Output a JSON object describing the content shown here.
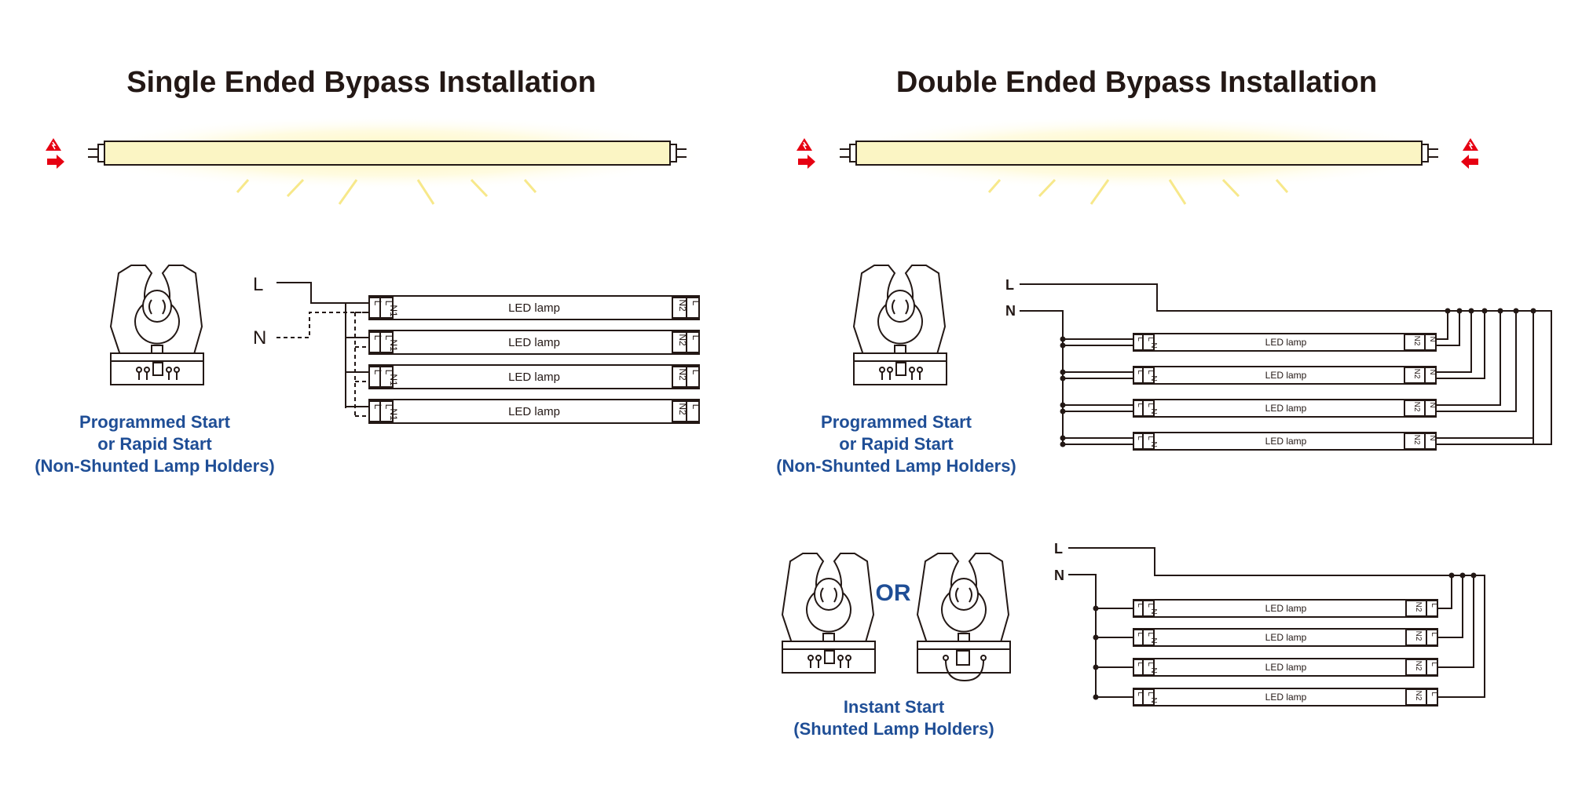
{
  "titles": {
    "single": "Single Ended Bypass Installation",
    "double": "Double Ended Bypass Installation"
  },
  "captions": {
    "single_line1": "Programmed Start",
    "single_line2": "or Rapid Start",
    "single_line3": "(Non-Shunted Lamp Holders)",
    "double_line1": "Programmed Start",
    "double_line2": "or Rapid Start",
    "double_line3": "(Non-Shunted Lamp Holders)",
    "instant_line1": "Instant Start",
    "instant_line2": "(Shunted Lamp Holders)",
    "or_label": "OR"
  },
  "wiring": {
    "line_label": "L",
    "neutral_label": "N",
    "lamp_label": "LED  lamp",
    "pin_left_l": "L",
    "pin_left_n1": "N1",
    "pin_right_n2": "N2",
    "pin_left_n": "N",
    "pin_cap_left": "L",
    "pin_cap_right": "L",
    "pin_cap_right_n": "N"
  },
  "colors": {
    "title": "#231815",
    "caption_blue": "#1f4e96",
    "warning_red": "#e60012",
    "tube_glow": "#fff7c2",
    "tube_fill": "#fbf5c4",
    "ray_yellow": "#f7e88a"
  }
}
